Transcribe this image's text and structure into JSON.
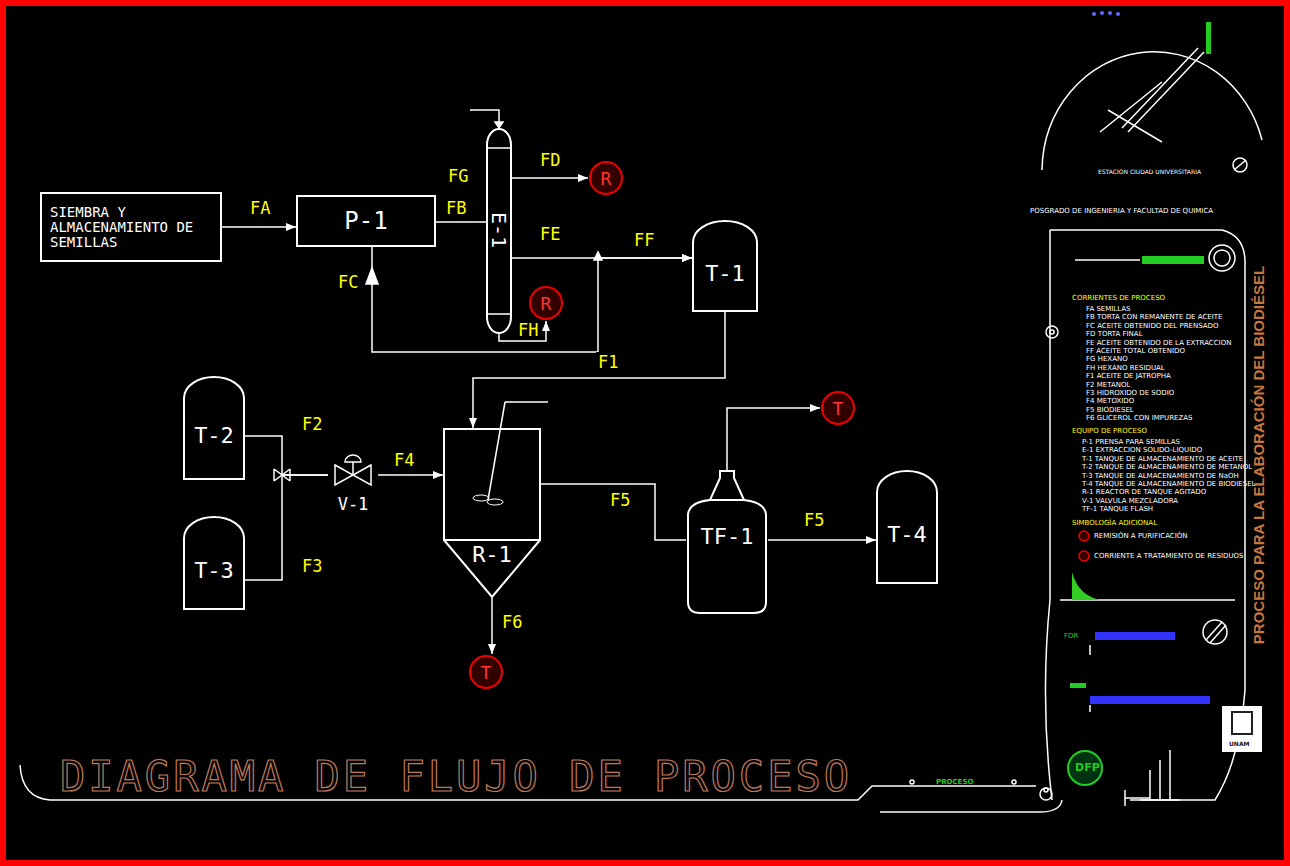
{
  "diagram": {
    "title": "DIAGRAMA DE FLUJO DE PROCESO",
    "nodes": [
      {
        "text": [
          "SIEMBRA Y ALMACENAMIENTO DE SEMILLAS"
        ]
      },
      {
        "text": [
          "P-1"
        ]
      },
      {
        "text": [
          "E-1"
        ]
      },
      {
        "text": [
          "R"
        ]
      },
      {
        "text": [
          "T-1"
        ]
      },
      {
        "text": [
          "R"
        ]
      },
      {
        "text": [
          "T-2"
        ]
      },
      {
        "text": [
          "T-3"
        ]
      },
      {
        "text": [
          "V-1"
        ]
      },
      {
        "text": [
          "R-1"
        ]
      },
      {
        "text": [
          "T"
        ]
      },
      {
        "text": [
          "TF-1"
        ]
      },
      {
        "text": [
          "T-4"
        ]
      },
      {
        "text": [
          "T"
        ]
      }
    ],
    "edges": [
      {
        "from": 0,
        "to": 1,
        "arrow": "to",
        "label": "FA"
      },
      {
        "from": 1,
        "to": 2,
        "arrow": "none",
        "label": "FB"
      },
      {
        "from": 1,
        "to": 4,
        "arrow": "to",
        "label": "FC"
      },
      {
        "from": 2,
        "to": 4,
        "arrow": "to",
        "label": "FE"
      },
      {
        "from": 2,
        "to": 3,
        "arrow": "to",
        "label": "FD"
      },
      {
        "from": 2,
        "to": 5,
        "arrow": "to",
        "label": "FH"
      },
      {
        "from": 4,
        "to": 9,
        "arrow": "to",
        "label": "F1"
      },
      {
        "from": 6,
        "to": 8,
        "arrow": "none",
        "label": "F2"
      },
      {
        "from": 7,
        "to": 8,
        "arrow": "none",
        "label": "F3"
      },
      {
        "from": 8,
        "to": 9,
        "arrow": "to",
        "label": "F4"
      },
      {
        "from": 9,
        "to": 11,
        "arrow": "none",
        "label": "F5"
      },
      {
        "from": 11,
        "to": 10,
        "arrow": "to"
      },
      {
        "from": 11,
        "to": 12,
        "arrow": "to",
        "label": "F5"
      },
      {
        "from": 9,
        "to": 13,
        "arrow": "to",
        "label": "F6"
      }
    ],
    "labels": [
      "FF",
      "FG",
      "POSGRADO DE INGENIERIA Y FACULTAD DE QUIMICA",
      "ESTACION CIUDAD UNIVERSITARIA",
      "PROCESO PARA LA ELABORACIÓN DEL BIODIÉSEL",
      "CORRIENTES DE PROCESO",
      "FA SEMILLAS",
      "FB TORTA CON REMANENTE DE ACEITE",
      "FC ACEITE OBTENIDO DEL PRENSADO",
      "FD TORTA FINAL",
      "FE ACEITE OBTENIDO DE LA EXTRACCION",
      "FF ACEITE TOTAL OBTENIDO",
      "FG HEXANO",
      "FH HEXANO RESIDUAL",
      "F1 ACEITE DE JATROPHA",
      "F2 METANOL",
      "F3 HIDROXIDO DE SODIO",
      "F4 METOXIDO",
      "F5 BIODIESEL",
      "F6 GLICEROL CON IMPUREZAS",
      "EQUIPO DE PROCESO",
      "P-1 PRENSA PARA SEMILLAS",
      "E-1 EXTRACCION SOLIDO-LIQUIDO",
      "T-1 TANQUE DE ALMACENAMIENTO DE ACEITE",
      "T-2 TANQUE DE ALMACENAMIENTO DE METANOL",
      "T-3 TANQUE DE ALMACENAMIENTO DE NaOH",
      "T-4 TANQUE DE ALMACENAMIENTO DE BIODIESEL",
      "R-1 REACTOR DE TANQUE AGITADO",
      "V-1 VALVULA MEZCLADORA",
      "TF-1 TANQUE FLASH",
      "SIMBOLOGÍA ADICIONAL",
      "PROCESO",
      "DFP",
      "UNAM",
      "FDR"
    ],
    "legend": [
      {
        "text": "REMISIÓN A PURIFICACIÓN"
      },
      {
        "text": "CORRIENTE A TRATAMIENTO DE RESIDUOS"
      }
    ]
  }
}
